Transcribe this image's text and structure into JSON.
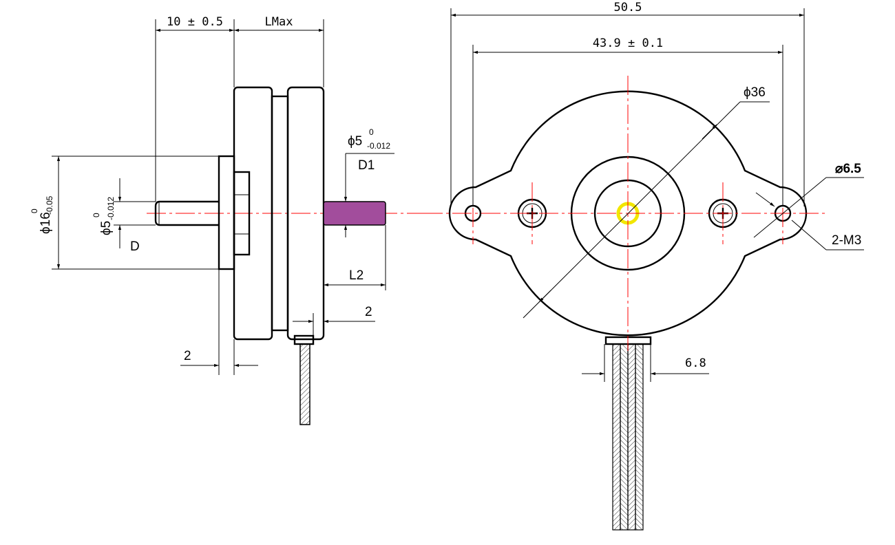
{
  "side_view": {
    "dim_shaft_length": "10 ± 0.5",
    "dim_body_length": "LMax",
    "dim_flange_dia": "ϕ16",
    "dim_flange_dia_upper": "0",
    "dim_flange_dia_lower": "-0.05",
    "dim_shaft_dia": "ϕ5",
    "dim_shaft_dia_upper": "0",
    "dim_shaft_dia_lower": "-0.012",
    "shaft_label": "D",
    "rear_shaft_dia": "ϕ5",
    "rear_shaft_dia_upper": "0",
    "rear_shaft_dia_lower": "-0.012",
    "rear_shaft_label": "D1",
    "dim_rear_shaft_length": "L2",
    "dim_flange_thickness": "2",
    "dim_wire_offset": "2",
    "rear_shaft_color": "#a24d9c"
  },
  "front_view": {
    "dim_overall_width": "50.5",
    "dim_hole_spacing": "43.9 ± 0.1",
    "dim_body_dia": "ϕ36",
    "dim_ear_dia": "⌀6.5",
    "dim_holes": "2-M3",
    "dim_cable_width": "6.8",
    "hub_color": "#f2e600"
  }
}
